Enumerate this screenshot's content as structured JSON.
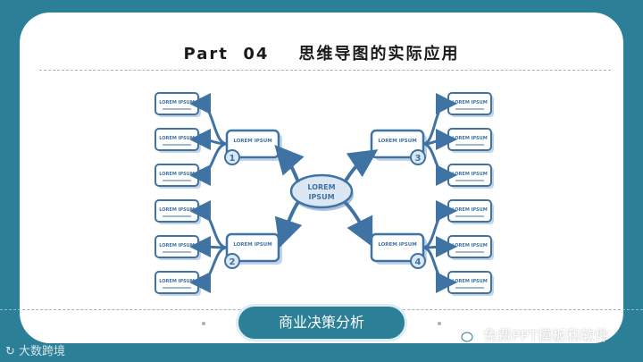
{
  "slide": {
    "title": "Part  04    思维导图的实际应用",
    "subject_button": "商业决策分析"
  },
  "mindmap": {
    "center_label_line1": "LOREM",
    "center_label_line2": "IPSUM",
    "branches": [
      {
        "number": "1",
        "label": "LOREM IPSUM"
      },
      {
        "number": "2",
        "label": "LOREM IPSUM"
      },
      {
        "number": "3",
        "label": "LOREM IPSUM"
      },
      {
        "number": "4",
        "label": "LOREM IPSUM"
      }
    ],
    "leaf_label": "LOREM IPSUM"
  },
  "watermarks": {
    "left_logo": "大数跨境",
    "left_logo_icon": "bigdata-logo-icon",
    "right_logo": "免费PPT模板和软件",
    "right_logo_icon": "wechat-icon"
  },
  "colors": {
    "background": "#2b7f97",
    "card": "#ffffff",
    "sketch_stroke": "#3f73a3",
    "sketch_fill": "#dbe8f4"
  }
}
